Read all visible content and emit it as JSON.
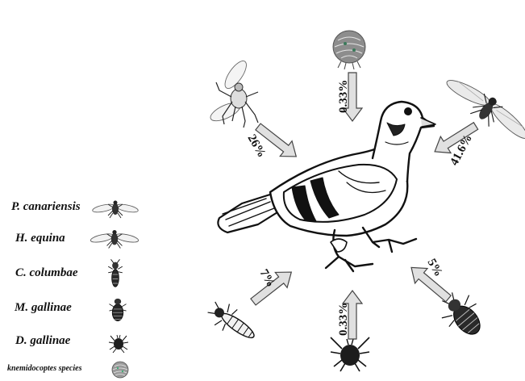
{
  "legend": [
    {
      "name": "P. canariensis",
      "icon": "hippoboscid-fly-icon"
    },
    {
      "name": "H. equina",
      "icon": "louse-fly-icon"
    },
    {
      "name": "C. columbae",
      "icon": "slender-louse-icon"
    },
    {
      "name": "M. gallinae",
      "icon": "body-louse-icon"
    },
    {
      "name": "D. gallinae",
      "icon": "red-mite-icon"
    },
    {
      "name": "knemidocoptes species",
      "icon": "scaly-mite-icon"
    }
  ],
  "arrows": [
    {
      "label": "26%",
      "source": "H. equina"
    },
    {
      "label": "0.33%",
      "source": "knemidocoptes species"
    },
    {
      "label": "41.6%",
      "source": "P. canariensis"
    },
    {
      "label": "7%",
      "source": "C. columbae"
    },
    {
      "label": "0.33%",
      "source": "D. gallinae"
    },
    {
      "label": "5%",
      "source": "M. gallinae"
    }
  ],
  "colors": {
    "arrow_fill": "#e0e0e0",
    "arrow_stroke": "#444444",
    "ink": "#111111"
  },
  "central_figure": "pigeon-icon"
}
